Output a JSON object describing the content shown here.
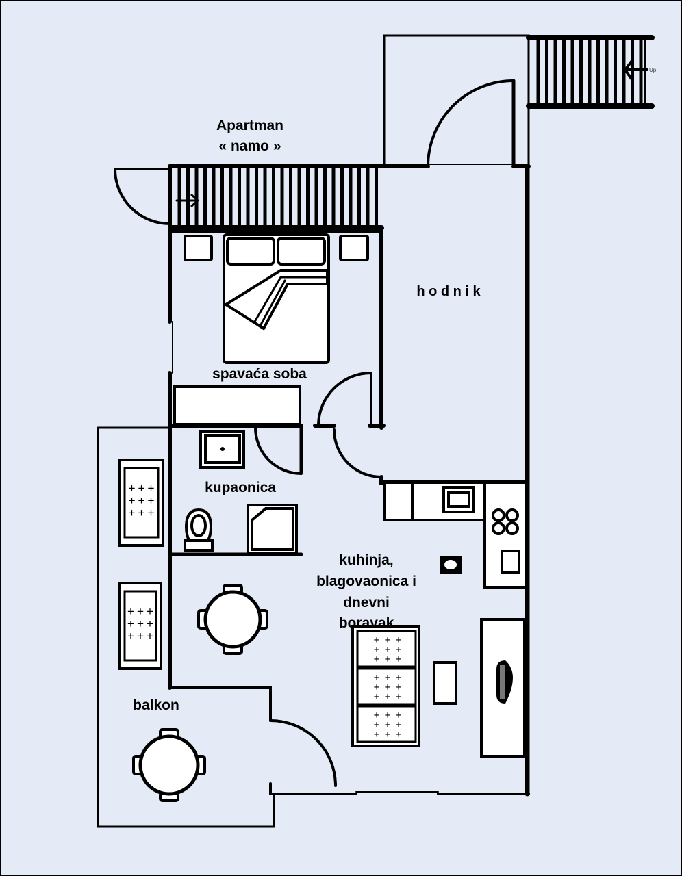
{
  "title": {
    "line1": "Apartman",
    "line2": "« namo »"
  },
  "rooms": {
    "hallway": "h o d n i k",
    "bedroom": "spavaća soba",
    "bathroom": "kupaonica",
    "living": [
      "kuhinja,",
      "blagovaonica i",
      "dnevni",
      "boravak"
    ],
    "balcony": "balkon"
  },
  "stairs_label": "Up",
  "colors": {
    "background": "#e4ebf6",
    "walls": "#000000",
    "furniture": "#ffffff"
  }
}
